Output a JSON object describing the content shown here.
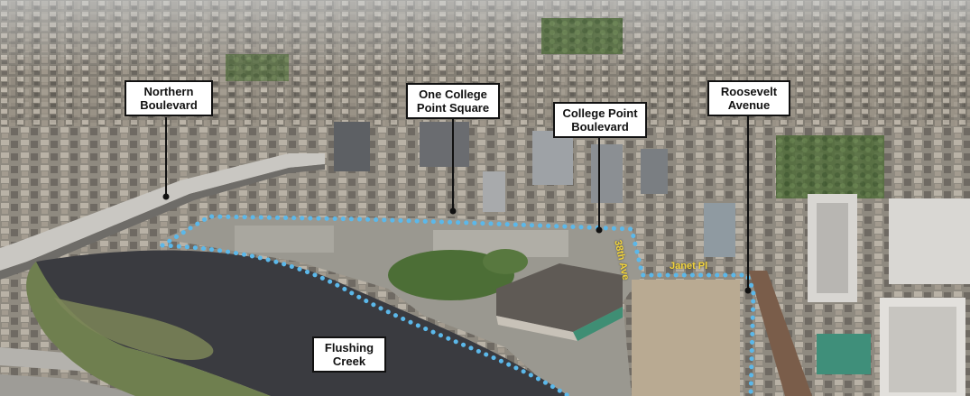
{
  "callouts": {
    "northern_boulevard": {
      "line1": "Northern",
      "line2": "Boulevard"
    },
    "one_college_point_square": {
      "line1": "One College",
      "line2": "Point Square"
    },
    "college_point_boulevard": {
      "line1": "College Point",
      "line2": "Boulevard"
    },
    "roosevelt_avenue": {
      "line1": "Roosevelt",
      "line2": "Avenue"
    },
    "flushing_creek": {
      "line1": "Flushing",
      "line2": "Creek"
    }
  },
  "street_labels": {
    "avenue_38th": "38th Ave",
    "janet_place": "Janet Pl"
  },
  "colors": {
    "site_boundary": "#5bb8ea",
    "street_label": "#f2d33c",
    "callout_border": "#111111",
    "water": "#3a3b40"
  },
  "icons": {
    "site_boundary": "dotted-boundary-line",
    "leader_lines": "callout-leader-line"
  }
}
